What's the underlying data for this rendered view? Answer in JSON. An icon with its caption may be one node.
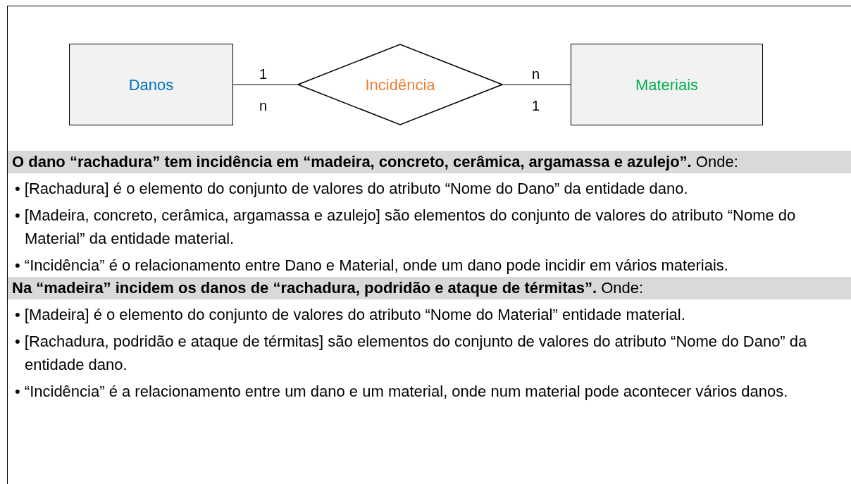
{
  "diagram": {
    "nodes": [
      {
        "text": [
          "Danos"
        ]
      },
      {
        "text": [
          "Incidência"
        ]
      },
      {
        "text": [
          "Materiais"
        ]
      }
    ],
    "edges": [
      {
        "from": 0,
        "to": 1,
        "arrow": "none"
      },
      {
        "from": 1,
        "to": 2,
        "arrow": "none"
      }
    ],
    "labels": [
      "1",
      "n",
      "n",
      "1",
      "**O dano “rachadura” tem incidência em “madeira, concreto, cerâmica, argamassa e azulejo”.** Onde:",
      "• [Rachadura] é o elemento do conjunto de valores do atributo “Nome do Dano” da entidade dano.",
      "• [Madeira, concreto, cerâmica, argamassa e azulejo] são elementos do conjunto de valores do atributo “Nome do Material” da entidade material.",
      "• “Incidência” é o relacionamento entre Dano e Material, onde um dano pode incidir em vários materiais.",
      "**Na “madeira” incidem os danos de “rachadura, podridão e ataque de térmitas”.** Onde:",
      "• [Madeira] é o elemento do conjunto de valores do atributo “Nome do Material” entidade material.",
      "• [Rachadura, podridão e ataque de térmitas] são elementos do conjunto de valores do atributo “Nome do Dano” da entidade dano.",
      "• “Incidência” é a relacionamento entre um dano e um material, onde num material pode acontecer vários danos."
    ]
  }
}
